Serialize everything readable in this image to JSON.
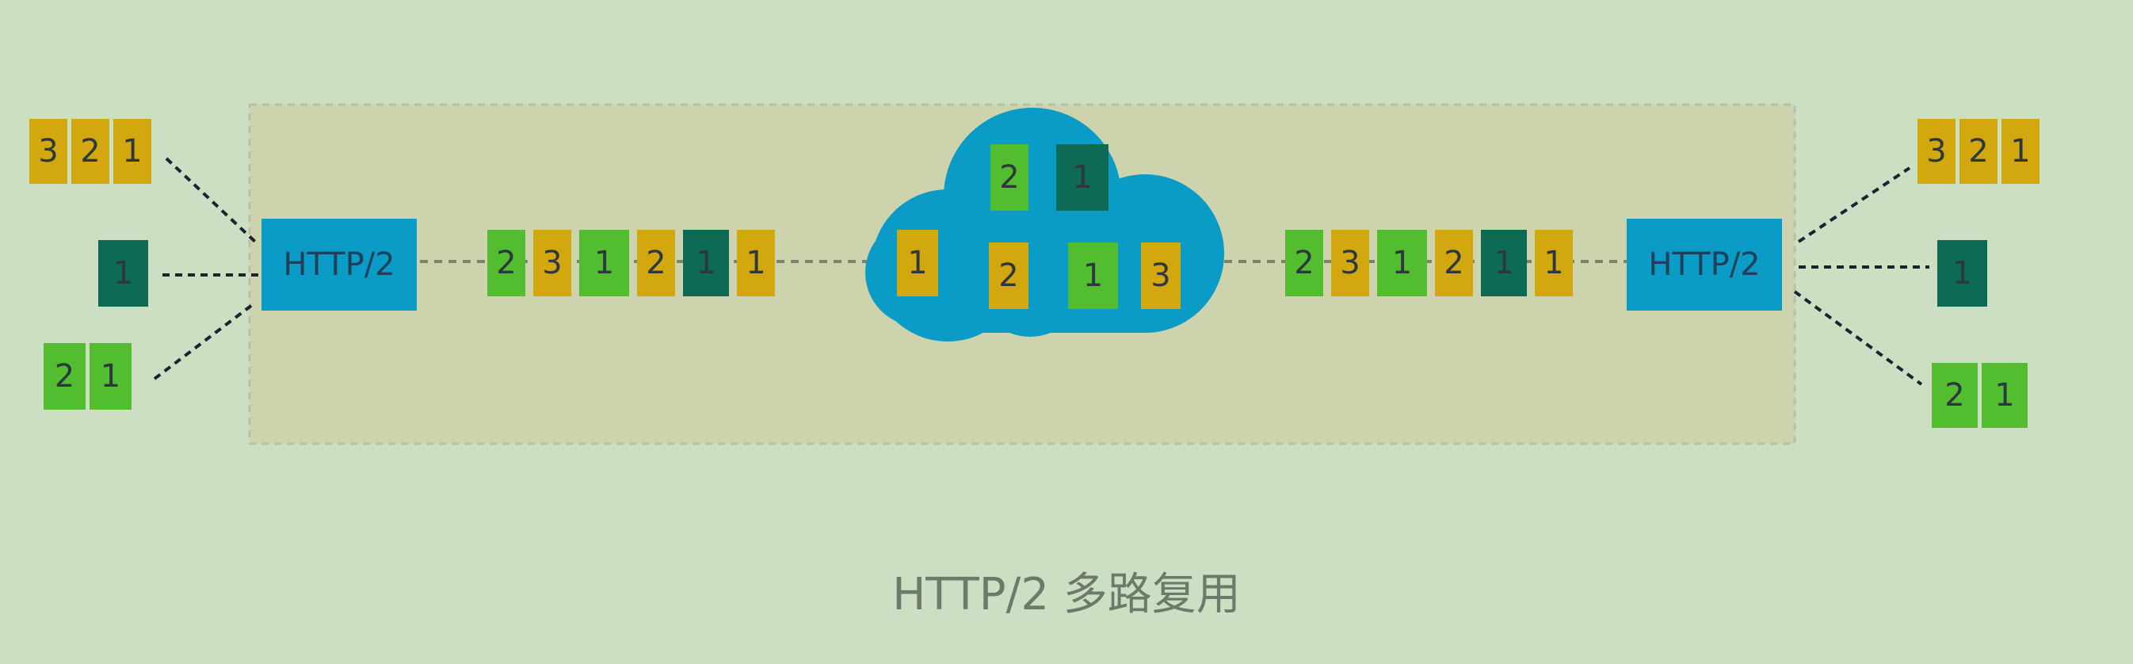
{
  "diagram": {
    "title": "HTTP/2 多路复用",
    "colors": {
      "background": "#cddfc2",
      "panel": "#cdd4ad",
      "panel_border": "#b7c0a6",
      "yellow": "#d2a80e",
      "green": "#52be2f",
      "dark_green": "#0d6b55",
      "blue": "#0a9bc6",
      "text": "#2d3740",
      "line": "#1b2330",
      "dashed_line": "#7b836f"
    },
    "left_sources": [
      {
        "name": "stream-3",
        "frames": [
          {
            "label": "3",
            "color": "yellow"
          },
          {
            "label": "2",
            "color": "yellow"
          },
          {
            "label": "1",
            "color": "yellow"
          }
        ]
      },
      {
        "name": "stream-1",
        "frames": [
          {
            "label": "1",
            "color": "dark_green"
          }
        ]
      },
      {
        "name": "stream-2",
        "frames": [
          {
            "label": "2",
            "color": "green"
          },
          {
            "label": "1",
            "color": "green"
          }
        ]
      }
    ],
    "left_endpoint": {
      "label": "HTTP/2"
    },
    "left_sequence": [
      {
        "label": "2",
        "color": "green"
      },
      {
        "label": "3",
        "color": "yellow"
      },
      {
        "label": "1",
        "color": "green"
      },
      {
        "label": "2",
        "color": "yellow"
      },
      {
        "label": "1",
        "color": "dark_green"
      },
      {
        "label": "1",
        "color": "yellow"
      }
    ],
    "cloud_frames": [
      {
        "label": "2",
        "color": "green"
      },
      {
        "label": "1",
        "color": "dark_green"
      },
      {
        "label": "1",
        "color": "yellow"
      },
      {
        "label": "2",
        "color": "yellow"
      },
      {
        "label": "1",
        "color": "green"
      },
      {
        "label": "3",
        "color": "yellow"
      }
    ],
    "right_sequence": [
      {
        "label": "2",
        "color": "green"
      },
      {
        "label": "3",
        "color": "yellow"
      },
      {
        "label": "1",
        "color": "green"
      },
      {
        "label": "2",
        "color": "yellow"
      },
      {
        "label": "1",
        "color": "dark_green"
      },
      {
        "label": "1",
        "color": "yellow"
      }
    ],
    "right_endpoint": {
      "label": "HTTP/2"
    },
    "right_outputs": [
      {
        "name": "stream-3",
        "frames": [
          {
            "label": "3",
            "color": "yellow"
          },
          {
            "label": "2",
            "color": "yellow"
          },
          {
            "label": "1",
            "color": "yellow"
          }
        ]
      },
      {
        "name": "stream-1",
        "frames": [
          {
            "label": "1",
            "color": "dark_green"
          }
        ]
      },
      {
        "name": "stream-2",
        "frames": [
          {
            "label": "2",
            "color": "green"
          },
          {
            "label": "1",
            "color": "green"
          }
        ]
      }
    ]
  }
}
